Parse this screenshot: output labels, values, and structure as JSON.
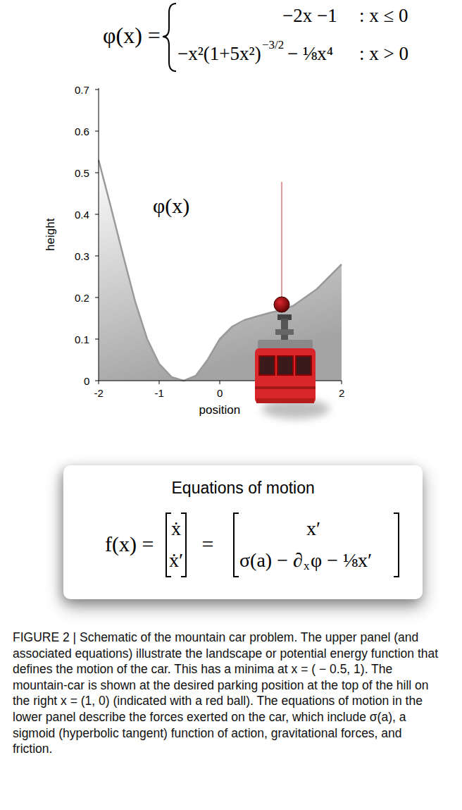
{
  "diagram": {
    "caption": "FIGURE 2 | Schematic of the mountain car problem. The upper panel (and associated equations) illustrate the landscape or potential energy function that defines the motion of the car. This has a minima at x = ( − 0.5, 1). The mountain-car is shown at the desired parking position at the top of the hill on the right x = (1, 0) (indicated with a red ball). The equations of motion in the lower panel describe the forces exerted on the car, which include σ(a), a sigmoid (hyperbolic tangent) function of action, gravitational forces, and friction.",
    "nodes": [
      {
        "text": [
          "Equations of motion",
          "f(x) =",
          "ẋ",
          "ẋ′",
          "=",
          "x′",
          "σ(a) − ∂",
          "x",
          "φ − ⅛x′"
        ]
      }
    ],
    "labels": [
      "φ(x) =",
      "−2x −1",
      ": x ≤ 0",
      "−x²(1+5x²)",
      "−3/2",
      "− ⅛x⁴",
      ": x > 0",
      "0.7",
      "0.6",
      "0.5",
      "0.4",
      "0.3",
      "0.2",
      "0.1",
      "0",
      "-2",
      "-1",
      "0",
      "2",
      "height",
      "φ(x)",
      "position"
    ]
  }
}
